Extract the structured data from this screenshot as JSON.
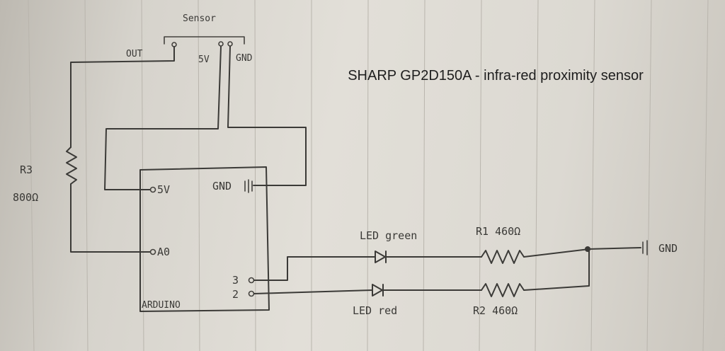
{
  "title": "SHARP GP2D150A - infra-red proximity sensor",
  "sensor": {
    "label": "Sensor",
    "pin_out": "OUT",
    "pin_5v": "5V",
    "pin_gnd": "GND"
  },
  "resistor_r3": {
    "name": "R3",
    "value": "800Ω"
  },
  "arduino": {
    "label": "ARDUINO",
    "pin_5v": "5V",
    "pin_gnd": "GND",
    "pin_a0": "A0",
    "pin_3": "3",
    "pin_2": "2"
  },
  "led_green": {
    "label": "LED green"
  },
  "led_red": {
    "label": "LED red"
  },
  "resistor_r1": {
    "label": "R1 460Ω"
  },
  "resistor_r2": {
    "label": "R2 460Ω"
  },
  "ground_label": "GND"
}
